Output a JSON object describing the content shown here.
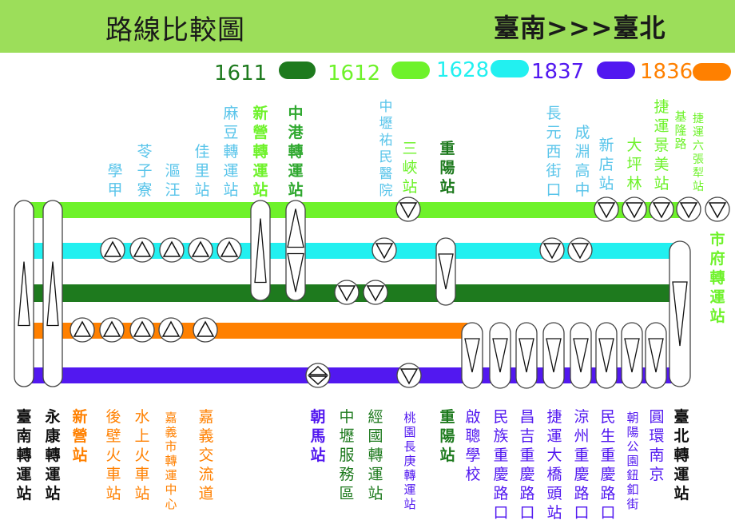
{
  "header": {
    "title": "路線比較圖",
    "direction": "臺南>>>臺北",
    "background_color": "#9cde5a"
  },
  "routes": [
    {
      "id": "1611",
      "color": "#1e7a1e"
    },
    {
      "id": "1612",
      "color": "#6ef22a"
    },
    {
      "id": "1628",
      "color": "#22f0f0"
    },
    {
      "id": "1837",
      "color": "#5218f0"
    },
    {
      "id": "1836",
      "color": "#ff8000"
    }
  ],
  "stop_labels_top": [
    {
      "text": "學甲",
      "color": "#58c4ea"
    },
    {
      "text": "苓子寮",
      "color": "#58c4ea"
    },
    {
      "text": "漚汪",
      "color": "#58c4ea"
    },
    {
      "text": "佳里站",
      "color": "#58c4ea"
    },
    {
      "text": "麻豆轉運站",
      "color": "#58c4ea"
    },
    {
      "text": "新營轉運站",
      "color": "#6ef22a"
    },
    {
      "text": "中港轉運站",
      "color": "#2fa82f"
    },
    {
      "text": "中壢祐民醫院",
      "color": "#58c4ea"
    },
    {
      "text": "三峽站",
      "color": "#6ef22a"
    },
    {
      "text": "重陽站",
      "color": "#1e7a1e"
    },
    {
      "text": "長元西街口",
      "color": "#58c4ea"
    },
    {
      "text": "成淵高中",
      "color": "#58c4ea"
    },
    {
      "text": "新店站",
      "color": "#58c4ea"
    },
    {
      "text": "大坪林",
      "color": "#6ef22a"
    },
    {
      "text": "捷運景美站",
      "color": "#6ef22a"
    },
    {
      "text": "基隆路",
      "color": "#6ef22a"
    },
    {
      "text": "捷運六張犁站",
      "color": "#6ef22a"
    }
  ],
  "stop_labels_right": [
    {
      "text": "市府轉運站",
      "color": "#6ef22a"
    }
  ],
  "stop_labels_bottom": [
    {
      "text": "臺南轉運站",
      "color": "#111111"
    },
    {
      "text": "永康轉運站",
      "color": "#111111"
    },
    {
      "text": "新營站",
      "color": "#ff8000"
    },
    {
      "text": "後壁火車站",
      "color": "#ff8000"
    },
    {
      "text": "水上火車站",
      "color": "#ff8000"
    },
    {
      "text": "嘉義市轉運中心",
      "color": "#ff8000"
    },
    {
      "text": "嘉義交流道",
      "color": "#ff8000"
    },
    {
      "text": "朝馬站",
      "color": "#5218f0"
    },
    {
      "text": "中壢服務區",
      "color": "#1e7a1e"
    },
    {
      "text": "經國轉運站",
      "color": "#1e7a1e"
    },
    {
      "text": "桃園長庚轉運站",
      "color": "#5218f0"
    },
    {
      "text": "重陽站",
      "color": "#1e7a1e"
    },
    {
      "text": "啟聰學校",
      "color": "#5218f0"
    },
    {
      "text": "民族重慶路口",
      "color": "#5218f0"
    },
    {
      "text": "昌吉重慶路口",
      "color": "#5218f0"
    },
    {
      "text": "捷運大橋頭站",
      "color": "#5218f0"
    },
    {
      "text": "涼州重慶路口",
      "color": "#5218f0"
    },
    {
      "text": "民生重慶路口",
      "color": "#5218f0"
    },
    {
      "text": "朝陽公園鈕釦街",
      "color": "#5218f0"
    },
    {
      "text": "圓環南京",
      "color": "#5218f0"
    },
    {
      "text": "臺北轉運站",
      "color": "#111111"
    }
  ]
}
